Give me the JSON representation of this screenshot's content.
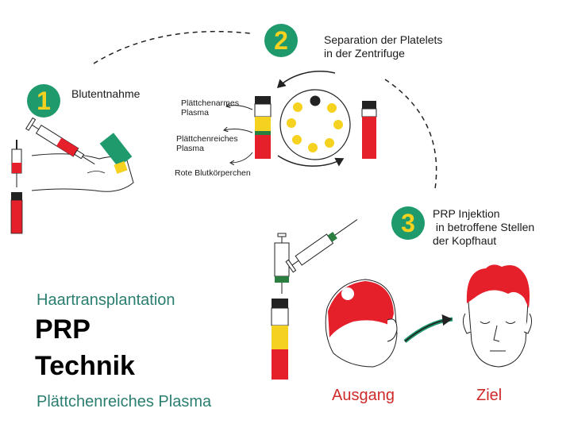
{
  "steps": [
    {
      "number": "1",
      "label": "Blutentnahme"
    },
    {
      "number": "2",
      "label_line1": "Separation der Platelets",
      "label_line2": "in der Zentrifuge"
    },
    {
      "number": "3",
      "label_line1": "PRP Injektion",
      "label_line2": " in betroffene Stellen",
      "label_line3": "der Kopfhaut"
    }
  ],
  "layers": {
    "plasma_poor_line1": "Plättchenarmes",
    "plasma_poor_line2": "Plasma",
    "plasma_rich_line1": "Plättchenreiches",
    "plasma_rich_line2": "Plasma",
    "red_cells": "Rote Blutkörperchen"
  },
  "title": {
    "subtitle": "Haartransplantation",
    "line1": "PRP",
    "line2": "Technik",
    "tagline": "Plättchenreiches Plasma"
  },
  "outcome": {
    "before": "Ausgang",
    "after": "Ziel"
  },
  "colors": {
    "teal": "#1f9a6c",
    "yellow": "#f4d21f",
    "red": "#e5202a",
    "text_teal": "#2a7e70",
    "text_red": "#cf2a2a"
  }
}
